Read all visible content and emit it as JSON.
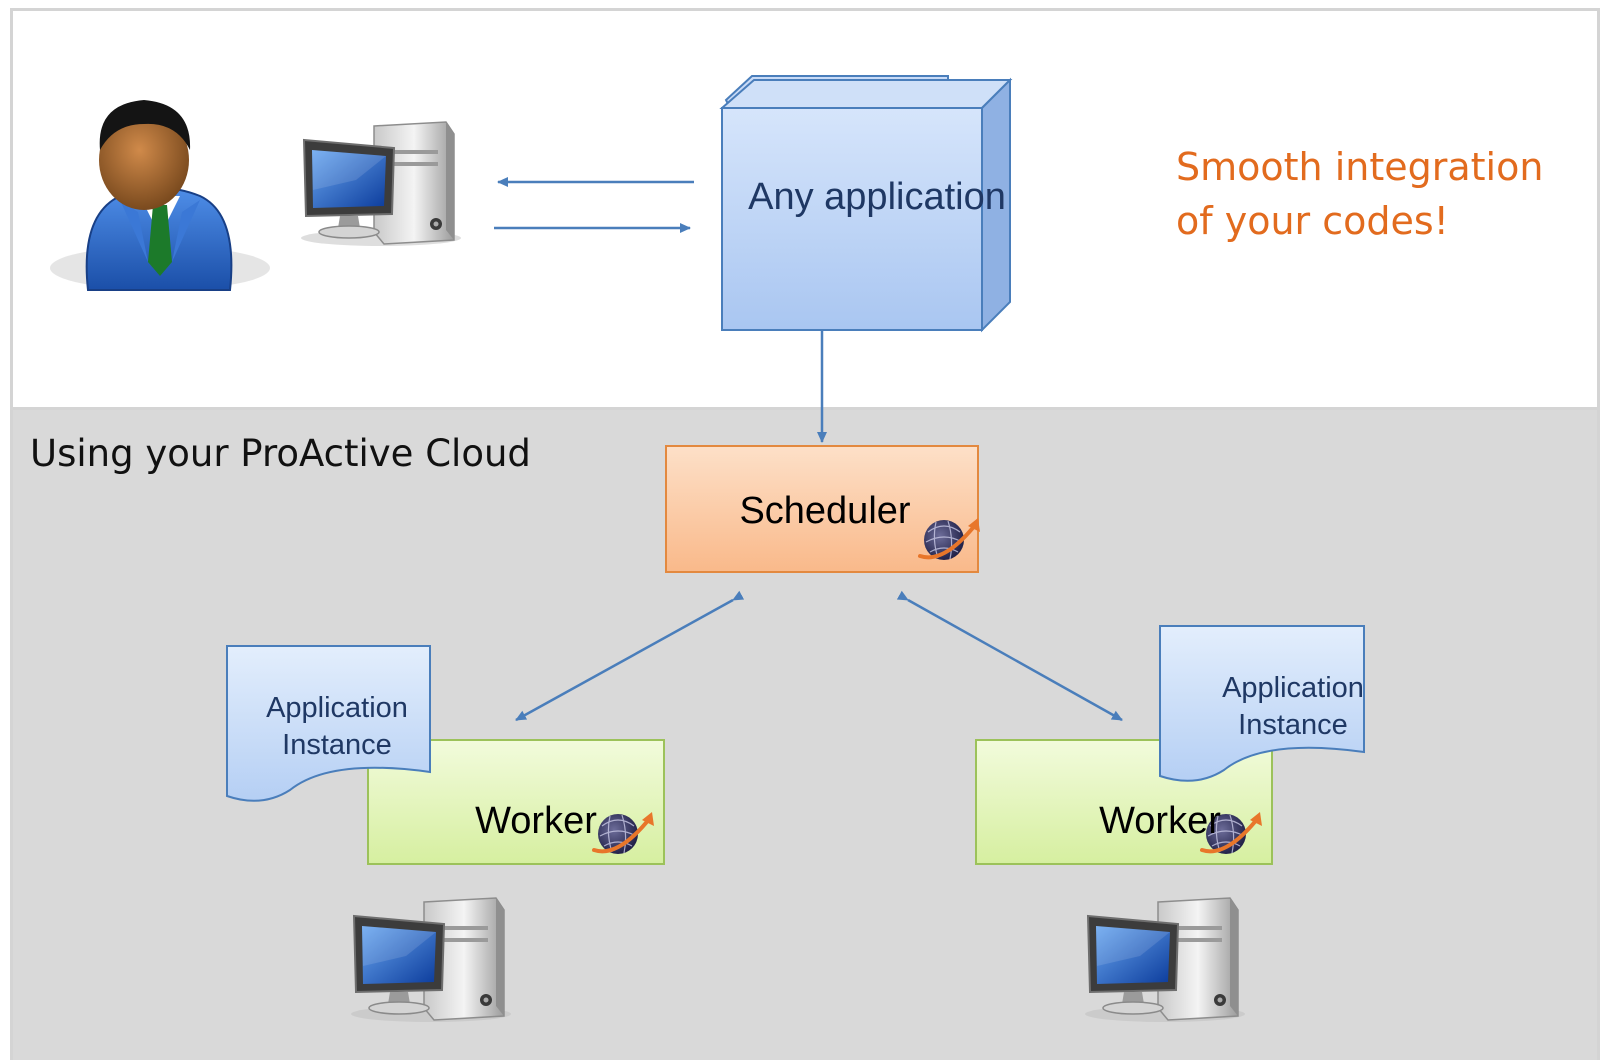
{
  "application": {
    "label": "Any application"
  },
  "tagline": "Smooth integration of your codes!",
  "cloud": {
    "label": "Using your ProActive Cloud"
  },
  "scheduler": {
    "label": "Scheduler"
  },
  "workers": [
    {
      "label": "Worker",
      "instance_label": "Application Instance"
    },
    {
      "label": "Worker",
      "instance_label": "Application Instance"
    }
  ],
  "colors": {
    "arrow": "#4a7ebb",
    "tagline": "#e26b1e",
    "application_fill": "#b7d0f5",
    "scheduler_fill": "#fbc9a3",
    "worker_fill": "#e4f5bd",
    "instance_fill": "#c7dcf7",
    "cloud_background": "#d9d9d9"
  },
  "icons": [
    "user-icon",
    "computer-icon",
    "proactive-logo-icon"
  ]
}
